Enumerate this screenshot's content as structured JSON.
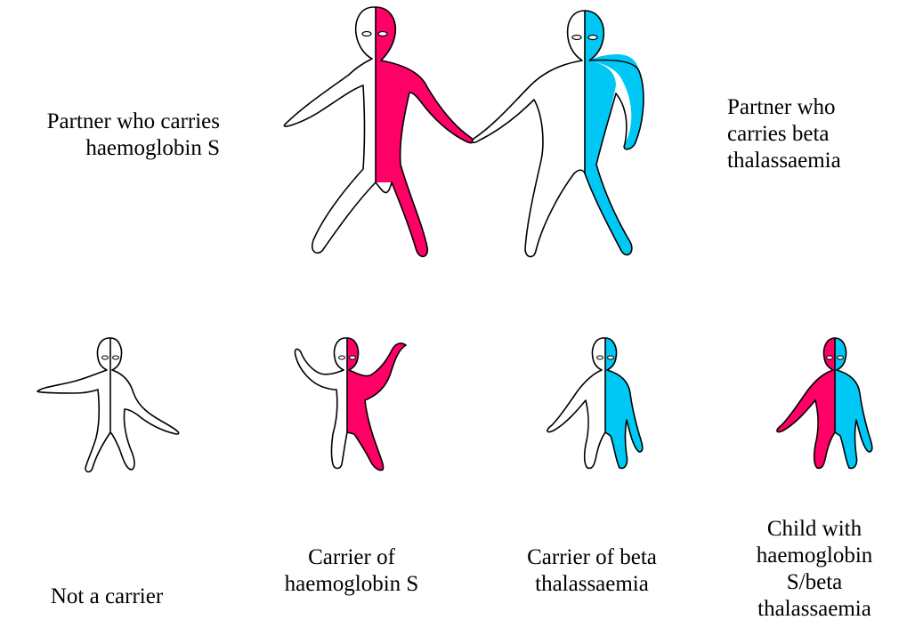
{
  "colors": {
    "haemoglobin_s": "#ff0066",
    "beta_thalassaemia": "#00c8f5",
    "non_carrier": "#ffffff",
    "outline": "#000000"
  },
  "parents": {
    "left_label": "Partner who carries\nhaemoglobin S",
    "right_label": "Partner who\ncarries beta\nthalassaemia"
  },
  "children": [
    {
      "label": "Not a carrier",
      "left_half": "white",
      "right_half": "white"
    },
    {
      "label": "Carrier of\nhaemoglobin S",
      "left_half": "white",
      "right_half": "haemoglobin_s"
    },
    {
      "label": "Carrier of beta\nthalassaemia",
      "left_half": "white",
      "right_half": "beta_thalassaemia"
    },
    {
      "label": "Child with\nhaemoglobin\nS/beta\nthalassaemia",
      "left_half": "haemoglobin_s",
      "right_half": "beta_thalassaemia"
    }
  ]
}
